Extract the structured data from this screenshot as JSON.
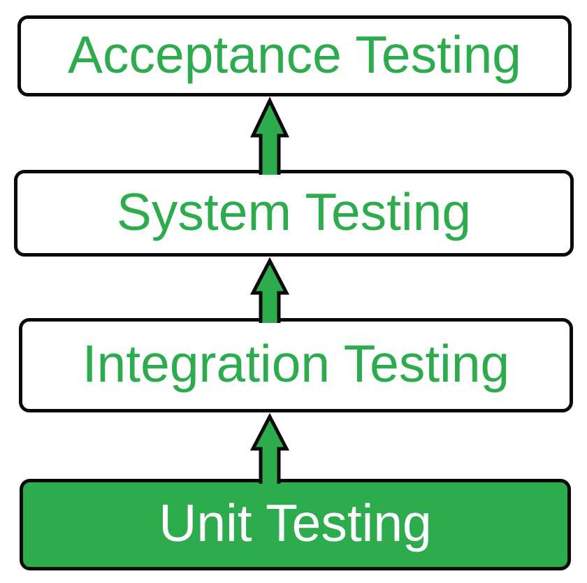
{
  "diagram": {
    "kind": "flow",
    "direction": "bottom-to-top",
    "levels": [
      {
        "label": "Acceptance Testing",
        "style": "outlined"
      },
      {
        "label": "System Testing",
        "style": "outlined"
      },
      {
        "label": "Integration Testing",
        "style": "outlined"
      },
      {
        "label": "Unit Testing",
        "style": "filled"
      }
    ],
    "arrows": [
      {
        "icon": "up-arrow-icon",
        "from": "System Testing",
        "to": "Acceptance Testing"
      },
      {
        "icon": "up-arrow-icon",
        "from": "Integration Testing",
        "to": "System Testing"
      },
      {
        "icon": "up-arrow-icon",
        "from": "Unit Testing",
        "to": "Integration Testing"
      }
    ],
    "colors": {
      "green": "#2dac4d",
      "outline": "#0a0a0a",
      "box_bg": "#ffffff",
      "filled_label": "#ffffff"
    }
  }
}
